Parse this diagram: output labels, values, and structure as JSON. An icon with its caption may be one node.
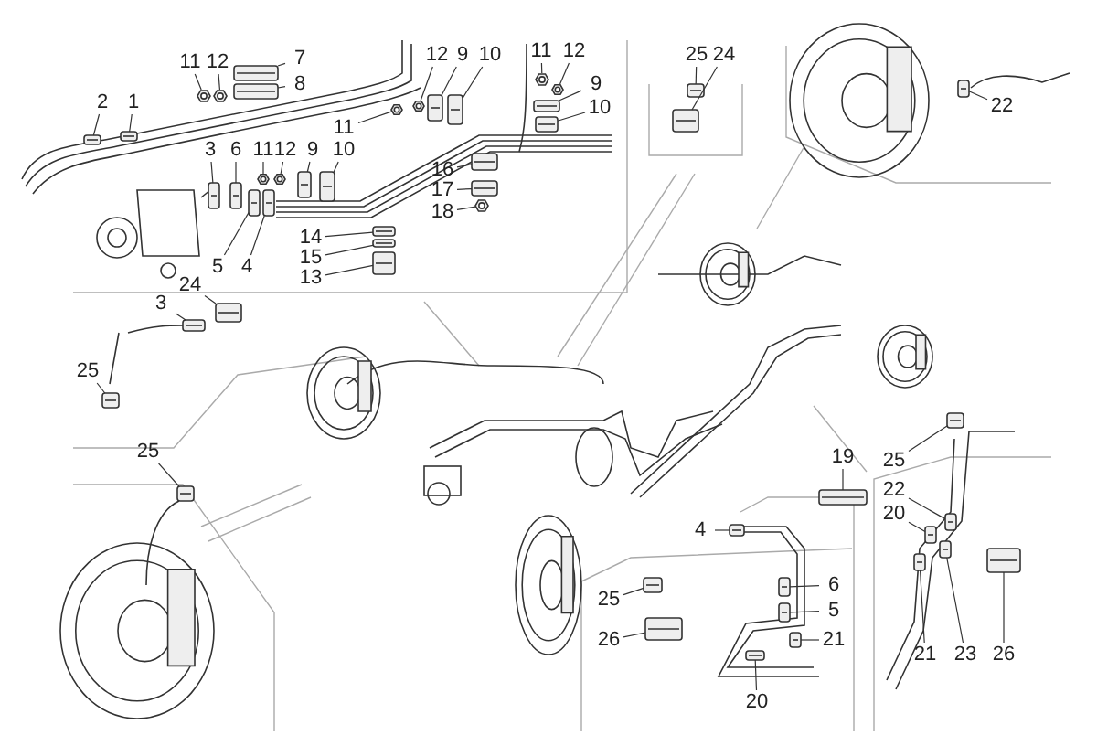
{
  "diagram": {
    "nodes": [
      {
        "text": [
          "11"
        ]
      },
      {
        "text": [
          "12"
        ]
      },
      {
        "text": [
          "7"
        ]
      },
      {
        "text": [
          "8"
        ]
      },
      {
        "text": [
          "2"
        ]
      },
      {
        "text": [
          "1"
        ]
      },
      {
        "text": [
          "12"
        ]
      },
      {
        "text": [
          "9"
        ]
      },
      {
        "text": [
          "10"
        ]
      },
      {
        "text": [
          "11"
        ]
      },
      {
        "text": [
          "12"
        ]
      },
      {
        "text": [
          "25"
        ]
      },
      {
        "text": [
          "24"
        ]
      },
      {
        "text": [
          "11"
        ]
      },
      {
        "text": [
          "9"
        ]
      },
      {
        "text": [
          "10"
        ]
      },
      {
        "text": [
          "22"
        ]
      },
      {
        "text": [
          "3"
        ]
      },
      {
        "text": [
          "6"
        ]
      },
      {
        "text": [
          "11"
        ]
      },
      {
        "text": [
          "12"
        ]
      },
      {
        "text": [
          "9"
        ]
      },
      {
        "text": [
          "10"
        ]
      },
      {
        "text": [
          "16"
        ]
      },
      {
        "text": [
          "17"
        ]
      },
      {
        "text": [
          "18"
        ]
      },
      {
        "text": [
          "14"
        ]
      },
      {
        "text": [
          "15"
        ]
      },
      {
        "text": [
          "5"
        ]
      },
      {
        "text": [
          "4"
        ]
      },
      {
        "text": [
          "13"
        ]
      },
      {
        "text": [
          "3"
        ]
      },
      {
        "text": [
          "24"
        ]
      },
      {
        "text": [
          "25"
        ]
      },
      {
        "text": [
          "25"
        ]
      },
      {
        "text": [
          "19"
        ]
      },
      {
        "text": [
          "25"
        ]
      },
      {
        "text": [
          "22"
        ]
      },
      {
        "text": [
          "20"
        ]
      },
      {
        "text": [
          "4"
        ]
      },
      {
        "text": [
          "6"
        ]
      },
      {
        "text": [
          "25"
        ]
      },
      {
        "text": [
          "5"
        ]
      },
      {
        "text": [
          "26"
        ]
      },
      {
        "text": [
          "20"
        ]
      },
      {
        "text": [
          "21"
        ]
      },
      {
        "text": [
          "21"
        ]
      },
      {
        "text": [
          "23"
        ]
      },
      {
        "text": [
          "26"
        ]
      },
      {
        "text": [],
        "shape": "picture"
      },
      {
        "text": [],
        "shape": "picture"
      },
      {
        "text": [],
        "shape": "picture"
      },
      {
        "text": [],
        "shape": "picture"
      },
      {
        "text": [],
        "shape": "picture"
      },
      {
        "text": [],
        "shape": "picture"
      },
      {
        "text": [],
        "shape": "picture"
      },
      {
        "text": [],
        "shape": "picture"
      },
      {
        "text": [],
        "shape": "picture"
      },
      {
        "text": [],
        "shape": "picture"
      },
      {
        "text": [],
        "shape": "picture"
      },
      {
        "text": [],
        "shape": "picture"
      },
      {
        "text": [],
        "shape": "picture"
      },
      {
        "text": [],
        "shape": "picture"
      },
      {
        "text": [],
        "shape": "picture"
      },
      {
        "text": [],
        "shape": "picture"
      },
      {
        "text": [],
        "shape": "picture"
      },
      {
        "text": [],
        "shape": "picture"
      },
      {
        "text": [],
        "shape": "picture"
      },
      {
        "text": [],
        "shape": "picture"
      },
      {
        "text": [],
        "shape": "picture"
      },
      {
        "text": [],
        "shape": "picture"
      },
      {
        "text": [],
        "shape": "picture"
      },
      {
        "text": [],
        "shape": "picture"
      },
      {
        "text": [],
        "shape": "picture"
      },
      {
        "text": [],
        "shape": "picture"
      },
      {
        "text": [],
        "shape": "picture"
      },
      {
        "text": [],
        "shape": "picture"
      },
      {
        "text": [],
        "shape": "picture"
      },
      {
        "text": [],
        "shape": "picture"
      },
      {
        "text": [],
        "shape": "picture"
      },
      {
        "text": [],
        "shape": "picture"
      },
      {
        "text": [],
        "shape": "picture"
      },
      {
        "text": [],
        "shape": "picture"
      },
      {
        "text": [],
        "shape": "picture"
      },
      {
        "text": [],
        "shape": "picture"
      },
      {
        "text": [],
        "shape": "picture"
      },
      {
        "text": [],
        "shape": "picture"
      },
      {
        "text": [],
        "shape": "picture"
      },
      {
        "text": [],
        "shape": "picture"
      },
      {
        "text": [],
        "shape": "picture"
      },
      {
        "text": [],
        "shape": "picture"
      },
      {
        "text": [],
        "shape": "picture"
      },
      {
        "text": [],
        "shape": "picture"
      },
      {
        "text": [],
        "shape": "picture"
      },
      {
        "text": [],
        "shape": "picture"
      },
      {
        "text": [],
        "shape": "picture"
      },
      {
        "text": [],
        "shape": "picture"
      },
      {
        "text": [],
        "shape": "picture"
      }
    ],
    "edges": [
      {
        "from": 0,
        "to": 49,
        "arrow": "none"
      },
      {
        "from": 1,
        "to": 50,
        "arrow": "none"
      },
      {
        "from": 2,
        "to": 51,
        "arrow": "none"
      },
      {
        "from": 3,
        "to": 52,
        "arrow": "none"
      },
      {
        "from": 4,
        "to": 53,
        "arrow": "none"
      },
      {
        "from": 5,
        "to": 54,
        "arrow": "none"
      },
      {
        "from": 6,
        "to": 55,
        "arrow": "none"
      },
      {
        "from": 7,
        "to": 56,
        "arrow": "none"
      },
      {
        "from": 8,
        "to": 57,
        "arrow": "none"
      },
      {
        "from": 9,
        "to": 58,
        "arrow": "none"
      },
      {
        "from": 10,
        "to": 59,
        "arrow": "none"
      },
      {
        "from": 11,
        "to": 60,
        "arrow": "none"
      },
      {
        "from": 12,
        "to": 61,
        "arrow": "none"
      },
      {
        "from": 13,
        "to": 62,
        "arrow": "none"
      },
      {
        "from": 14,
        "to": 63,
        "arrow": "none"
      },
      {
        "from": 15,
        "to": 64,
        "arrow": "none"
      },
      {
        "from": 16,
        "to": 65,
        "arrow": "none"
      },
      {
        "from": 17,
        "to": 66,
        "arrow": "none"
      },
      {
        "from": 18,
        "to": 67,
        "arrow": "none"
      },
      {
        "from": 19,
        "to": 68,
        "arrow": "none"
      },
      {
        "from": 20,
        "to": 69,
        "arrow": "none"
      },
      {
        "from": 21,
        "to": 70,
        "arrow": "none"
      },
      {
        "from": 22,
        "to": 71,
        "arrow": "none"
      },
      {
        "from": 23,
        "to": 72,
        "arrow": "none"
      },
      {
        "from": 24,
        "to": 73,
        "arrow": "none"
      },
      {
        "from": 25,
        "to": 74,
        "arrow": "none"
      },
      {
        "from": 26,
        "to": 75,
        "arrow": "none"
      },
      {
        "from": 27,
        "to": 76,
        "arrow": "none"
      },
      {
        "from": 28,
        "to": 77,
        "arrow": "none"
      },
      {
        "from": 29,
        "to": 78,
        "arrow": "none"
      },
      {
        "from": 30,
        "to": 79,
        "arrow": "none"
      },
      {
        "from": 31,
        "to": 80,
        "arrow": "none"
      },
      {
        "from": 32,
        "to": 81,
        "arrow": "none"
      },
      {
        "from": 33,
        "to": 82,
        "arrow": "none"
      },
      {
        "from": 34,
        "to": 83,
        "arrow": "none"
      },
      {
        "from": 35,
        "to": 84,
        "arrow": "none"
      },
      {
        "from": 36,
        "to": 85,
        "arrow": "none"
      },
      {
        "from": 37,
        "to": 86,
        "arrow": "none"
      },
      {
        "from": 38,
        "to": 87,
        "arrow": "none"
      },
      {
        "from": 39,
        "to": 88,
        "arrow": "none"
      },
      {
        "from": 40,
        "to": 89,
        "arrow": "none"
      },
      {
        "from": 41,
        "to": 90,
        "arrow": "none"
      },
      {
        "from": 42,
        "to": 91,
        "arrow": "none"
      },
      {
        "from": 43,
        "to": 92,
        "arrow": "none"
      },
      {
        "from": 44,
        "to": 93,
        "arrow": "none"
      },
      {
        "from": 45,
        "to": 94,
        "arrow": "none"
      },
      {
        "from": 46,
        "to": 95,
        "arrow": "none"
      },
      {
        "from": 47,
        "to": 96,
        "arrow": "none"
      },
      {
        "from": 48,
        "to": 97,
        "arrow": "none"
      }
    ]
  }
}
